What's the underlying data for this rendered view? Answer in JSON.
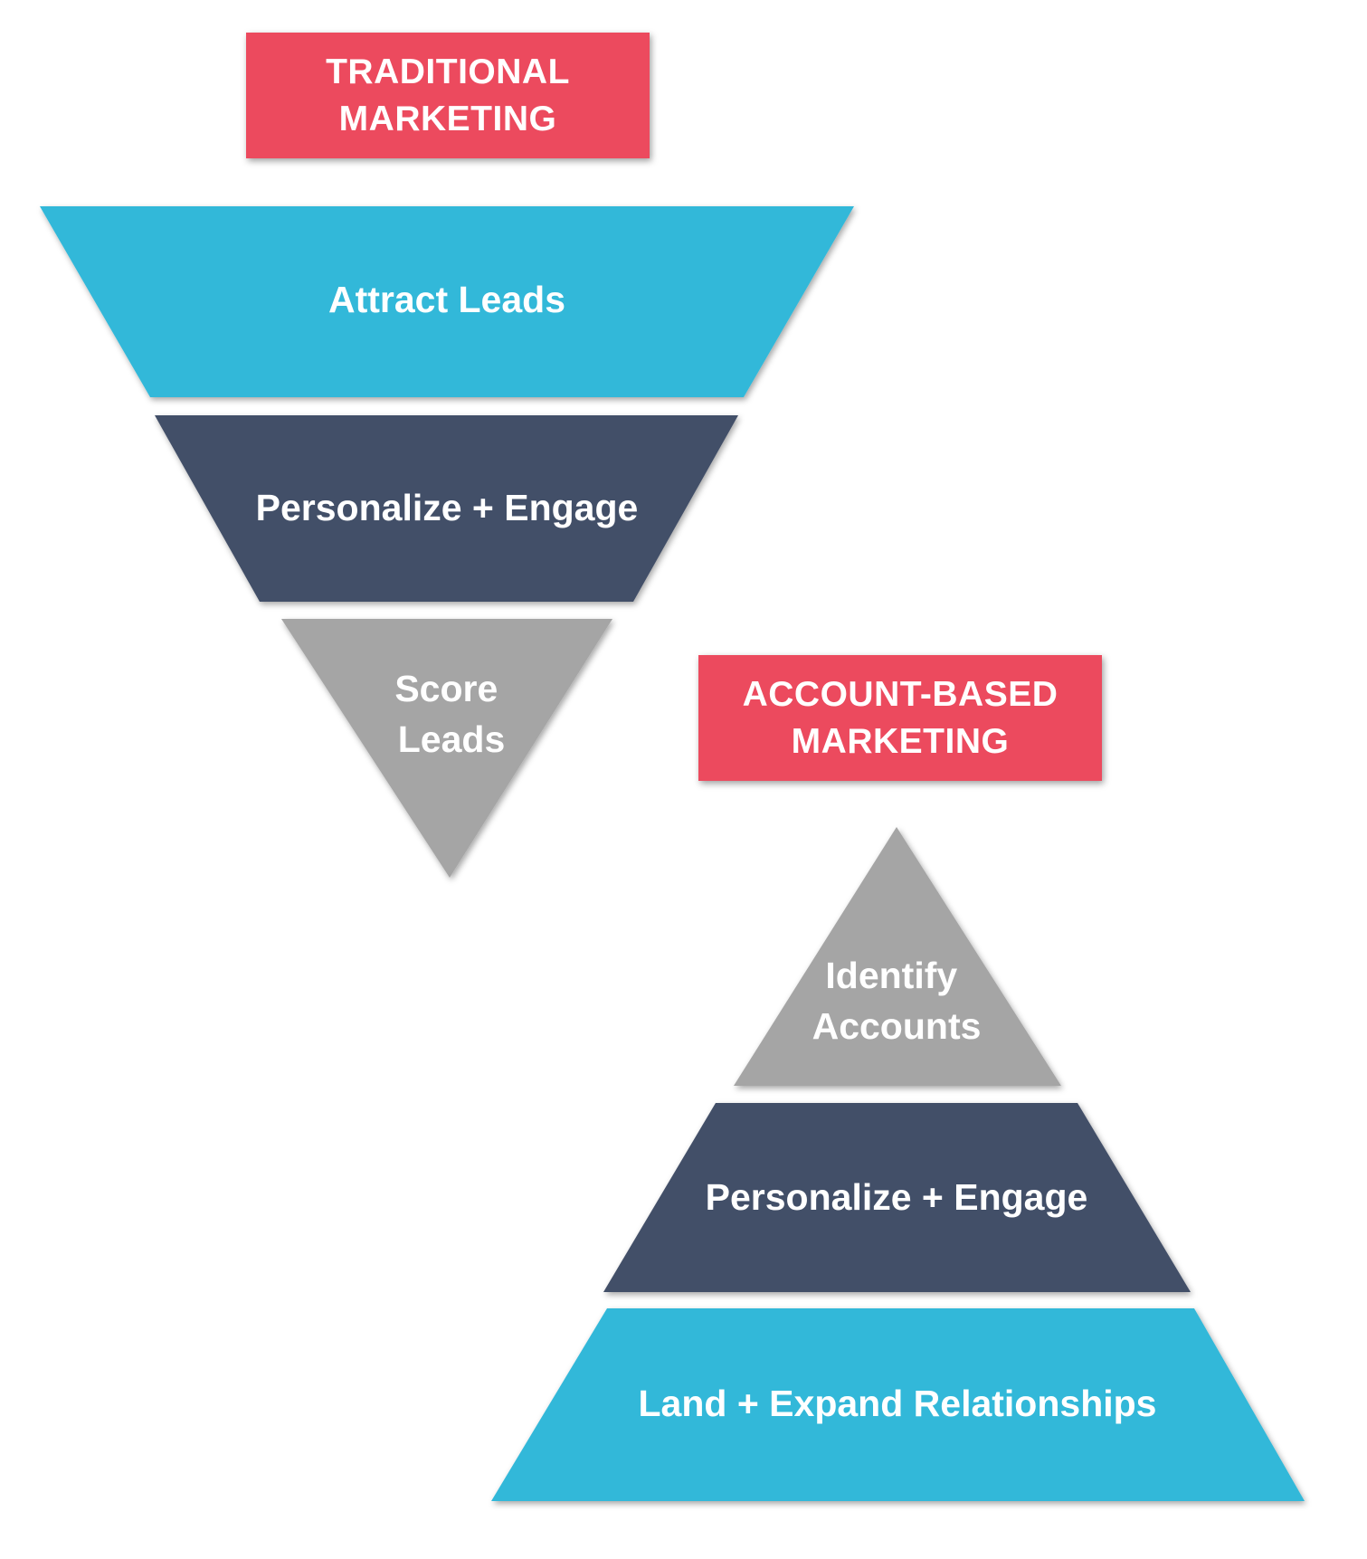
{
  "colors": {
    "tag_background": "#ec4a5e",
    "tag_text": "#ffffff",
    "teal": "#33b8d9",
    "navy": "#435068",
    "gray": "#a5a5a5",
    "label_text": "#ffffff"
  },
  "traditional": {
    "title_lines": [
      "TRADITIONAL",
      "MARKETING"
    ],
    "stages": [
      {
        "lines": [
          "Attract Leads"
        ],
        "color": "teal"
      },
      {
        "lines": [
          "Personalize + Engage"
        ],
        "color": "navy"
      },
      {
        "lines": [
          "Score",
          "Leads"
        ],
        "color": "gray"
      }
    ]
  },
  "account_based": {
    "title_lines": [
      "ACCOUNT-BASED",
      "MARKETING"
    ],
    "stages": [
      {
        "lines": [
          "Identify",
          "Accounts"
        ],
        "color": "gray"
      },
      {
        "lines": [
          "Personalize + Engage"
        ],
        "color": "navy"
      },
      {
        "lines": [
          "Land + Expand Relationships"
        ],
        "color": "teal"
      }
    ]
  }
}
